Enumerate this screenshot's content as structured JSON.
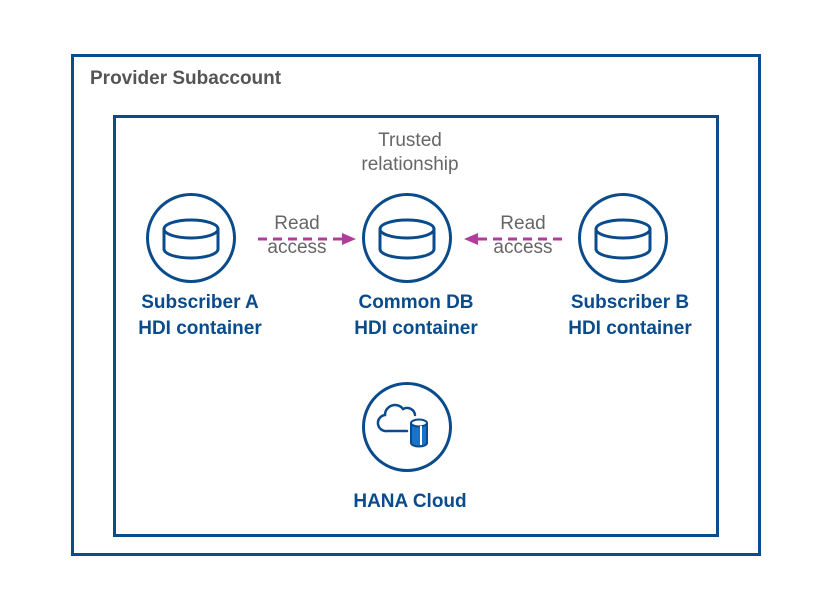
{
  "outer": {
    "title": "Provider Subaccount"
  },
  "trusted": {
    "line1": "Trusted",
    "line2": "relationship"
  },
  "nodes": {
    "subscriber_a": {
      "line1": "Subscriber A",
      "line2": "HDI container",
      "icon": "database-icon"
    },
    "common_db": {
      "line1": "Common DB",
      "line2": "HDI container",
      "icon": "database-icon"
    },
    "subscriber_b": {
      "line1": "Subscriber B",
      "line2": "HDI container",
      "icon": "database-icon"
    },
    "hana_cloud": {
      "label": "HANA Cloud",
      "icon": "cloud-database-icon"
    }
  },
  "arrows": {
    "left": {
      "line1": "Read",
      "line2": "access"
    },
    "right": {
      "line1": "Read",
      "line2": "access"
    }
  },
  "colors": {
    "primary": "#0a4b8c",
    "arrow": "#b03c9c",
    "label_gray": "#666666"
  }
}
